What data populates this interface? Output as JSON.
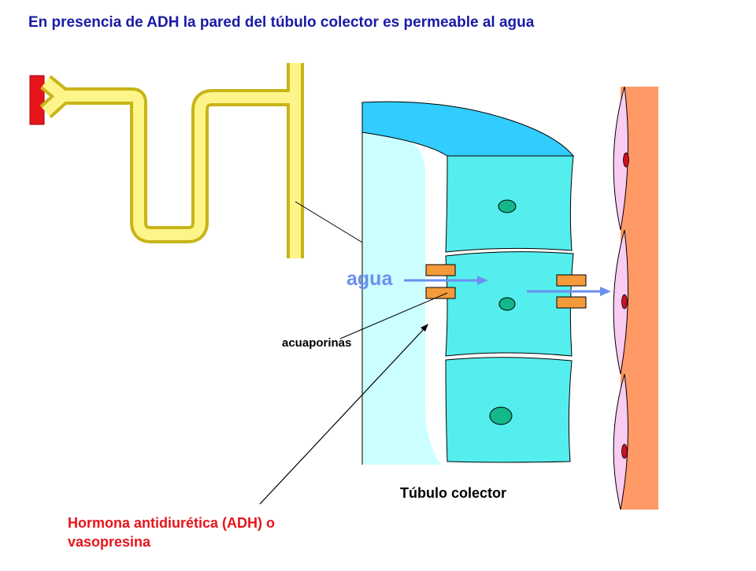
{
  "title": "En presencia de ADH la pared del túbulo colector es permeable al agua",
  "labels": {
    "water": "agua",
    "aquaporins": "acuaporinas",
    "collecting_tubule": "Túbulo colector",
    "hormone": "Hormona antidiurética (ADH) o vasopresina"
  },
  "colors": {
    "title": "#1a1aa6",
    "hormone": "#e8141b",
    "water": "#6b8ff0",
    "tubule_fill": "#fdf58a",
    "tubule_outline": "#c8b418",
    "blood_vessel": "#e8141b",
    "lumen_dark": "#33ccff",
    "lumen_light": "#ccffff",
    "cell_fill": "#55eeee",
    "nucleus": "#12b88a",
    "aquaporin": "#f59a3a",
    "interstitium": "#ff9966",
    "endothelium": "#f9ccf2",
    "endothelium_nucleus": "#cc1122"
  }
}
